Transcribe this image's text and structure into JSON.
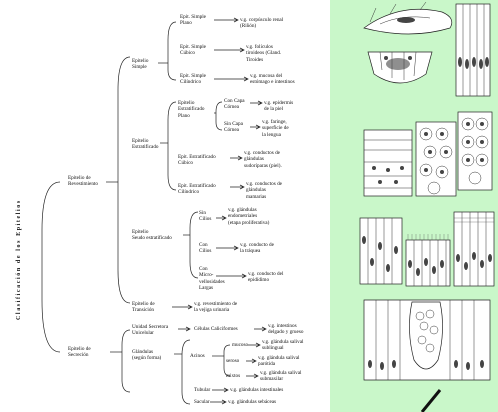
{
  "root": "Clasificación de los Epitelios",
  "revestimiento": {
    "label": "Epitelio de\nRevestimiento",
    "simple": {
      "label": "Epitelio\nSimple",
      "plano": {
        "type": "Epit. Simple\nPlano",
        "example": "v.g. corpúsculo renal\n(Riñón)"
      },
      "cubico": {
        "type": "Epit. Simple\nCúbico",
        "example": "v.g. folículos\ntiroideos (Gland.\nTiroides"
      },
      "cilindrico": {
        "type": "Epit. Simple\nCilíndrico",
        "example": "v.g. mucosa del\nestómago e intestinos"
      }
    },
    "estratificado": {
      "label": "Epitelio\nEstratificado",
      "plano": {
        "type": "Epitelio\nEstratificado\nPlano",
        "con_capa": {
          "label": "Con Capa\nCórnea",
          "example": "v.g. epidermis\nde la piel"
        },
        "sin_capa": {
          "label": "Sin Capa\nCórnea",
          "example": "v.g. faringe,\nsuperficie de\nla lengua"
        }
      },
      "cubico": {
        "type": "Epit. Estratificado\nCúbico",
        "example": "v.g. conductos de\nglándulas\nsudoríparas (piel)."
      },
      "cilindrico": {
        "type": "Epit. Estratificado\nCilíndrico",
        "example": "v.g. conductos de\nglándulas\nmamarias"
      }
    },
    "seudo": {
      "label": "Epitelio\nSeudo estratificado",
      "sin_cilios": {
        "label": "Sin\nCilios",
        "example": "v.g. glándulas\nendometriales\n(etapa proliferativa)"
      },
      "con_cilios": {
        "label": "Con\nCilios",
        "example": "v.g. conducto de\nla tráquea"
      },
      "microvellosidades": {
        "label": "Con\nMicro-\nvellosidades\nLargas",
        "example": "v.g. conducto del\nepidídimo"
      }
    },
    "transicion": {
      "label": "Epitelio de\nTransición",
      "example": "v.g. revestimiento de\nla vejiga urinaria"
    }
  },
  "secrecion": {
    "label": "Epitelio de\nSecreción",
    "unicelular": {
      "label": "Unidad Secretora\nUnicelular",
      "type": "Células Caliciformes",
      "example": "v.g. intestinos\ndelgado y grueso"
    },
    "glandulas": {
      "label": "Glándulas\n(según forma)",
      "acinos": {
        "label": "Acinos",
        "mucoso": {
          "label": "mucoso",
          "example": "v.g. glándula salival\nsublingual"
        },
        "seroso": {
          "label": "seroso",
          "example": "v.g. glándula salival\nparótida"
        },
        "mixtos": {
          "label": "mixtos",
          "example": "v.g. glándula salival\nsubmaxilar"
        }
      },
      "tubular": {
        "label": "Tubular",
        "example": "v.g. glándulas intestinales"
      },
      "sacular": {
        "label": "Sacular",
        "example": "v.g. glándulas sebáceas"
      }
    }
  },
  "illustrations": [
    "simple-squamous-illustration",
    "simple-cuboidal-illustration",
    "simple-columnar-illustration",
    "stratified-squamous-illustration",
    "stratified-cuboidal-illustration",
    "stratified-columnar-illustration",
    "pseudostratified-illustration",
    "ciliated-illustration",
    "microvilli-illustration",
    "transitional-illustration"
  ]
}
